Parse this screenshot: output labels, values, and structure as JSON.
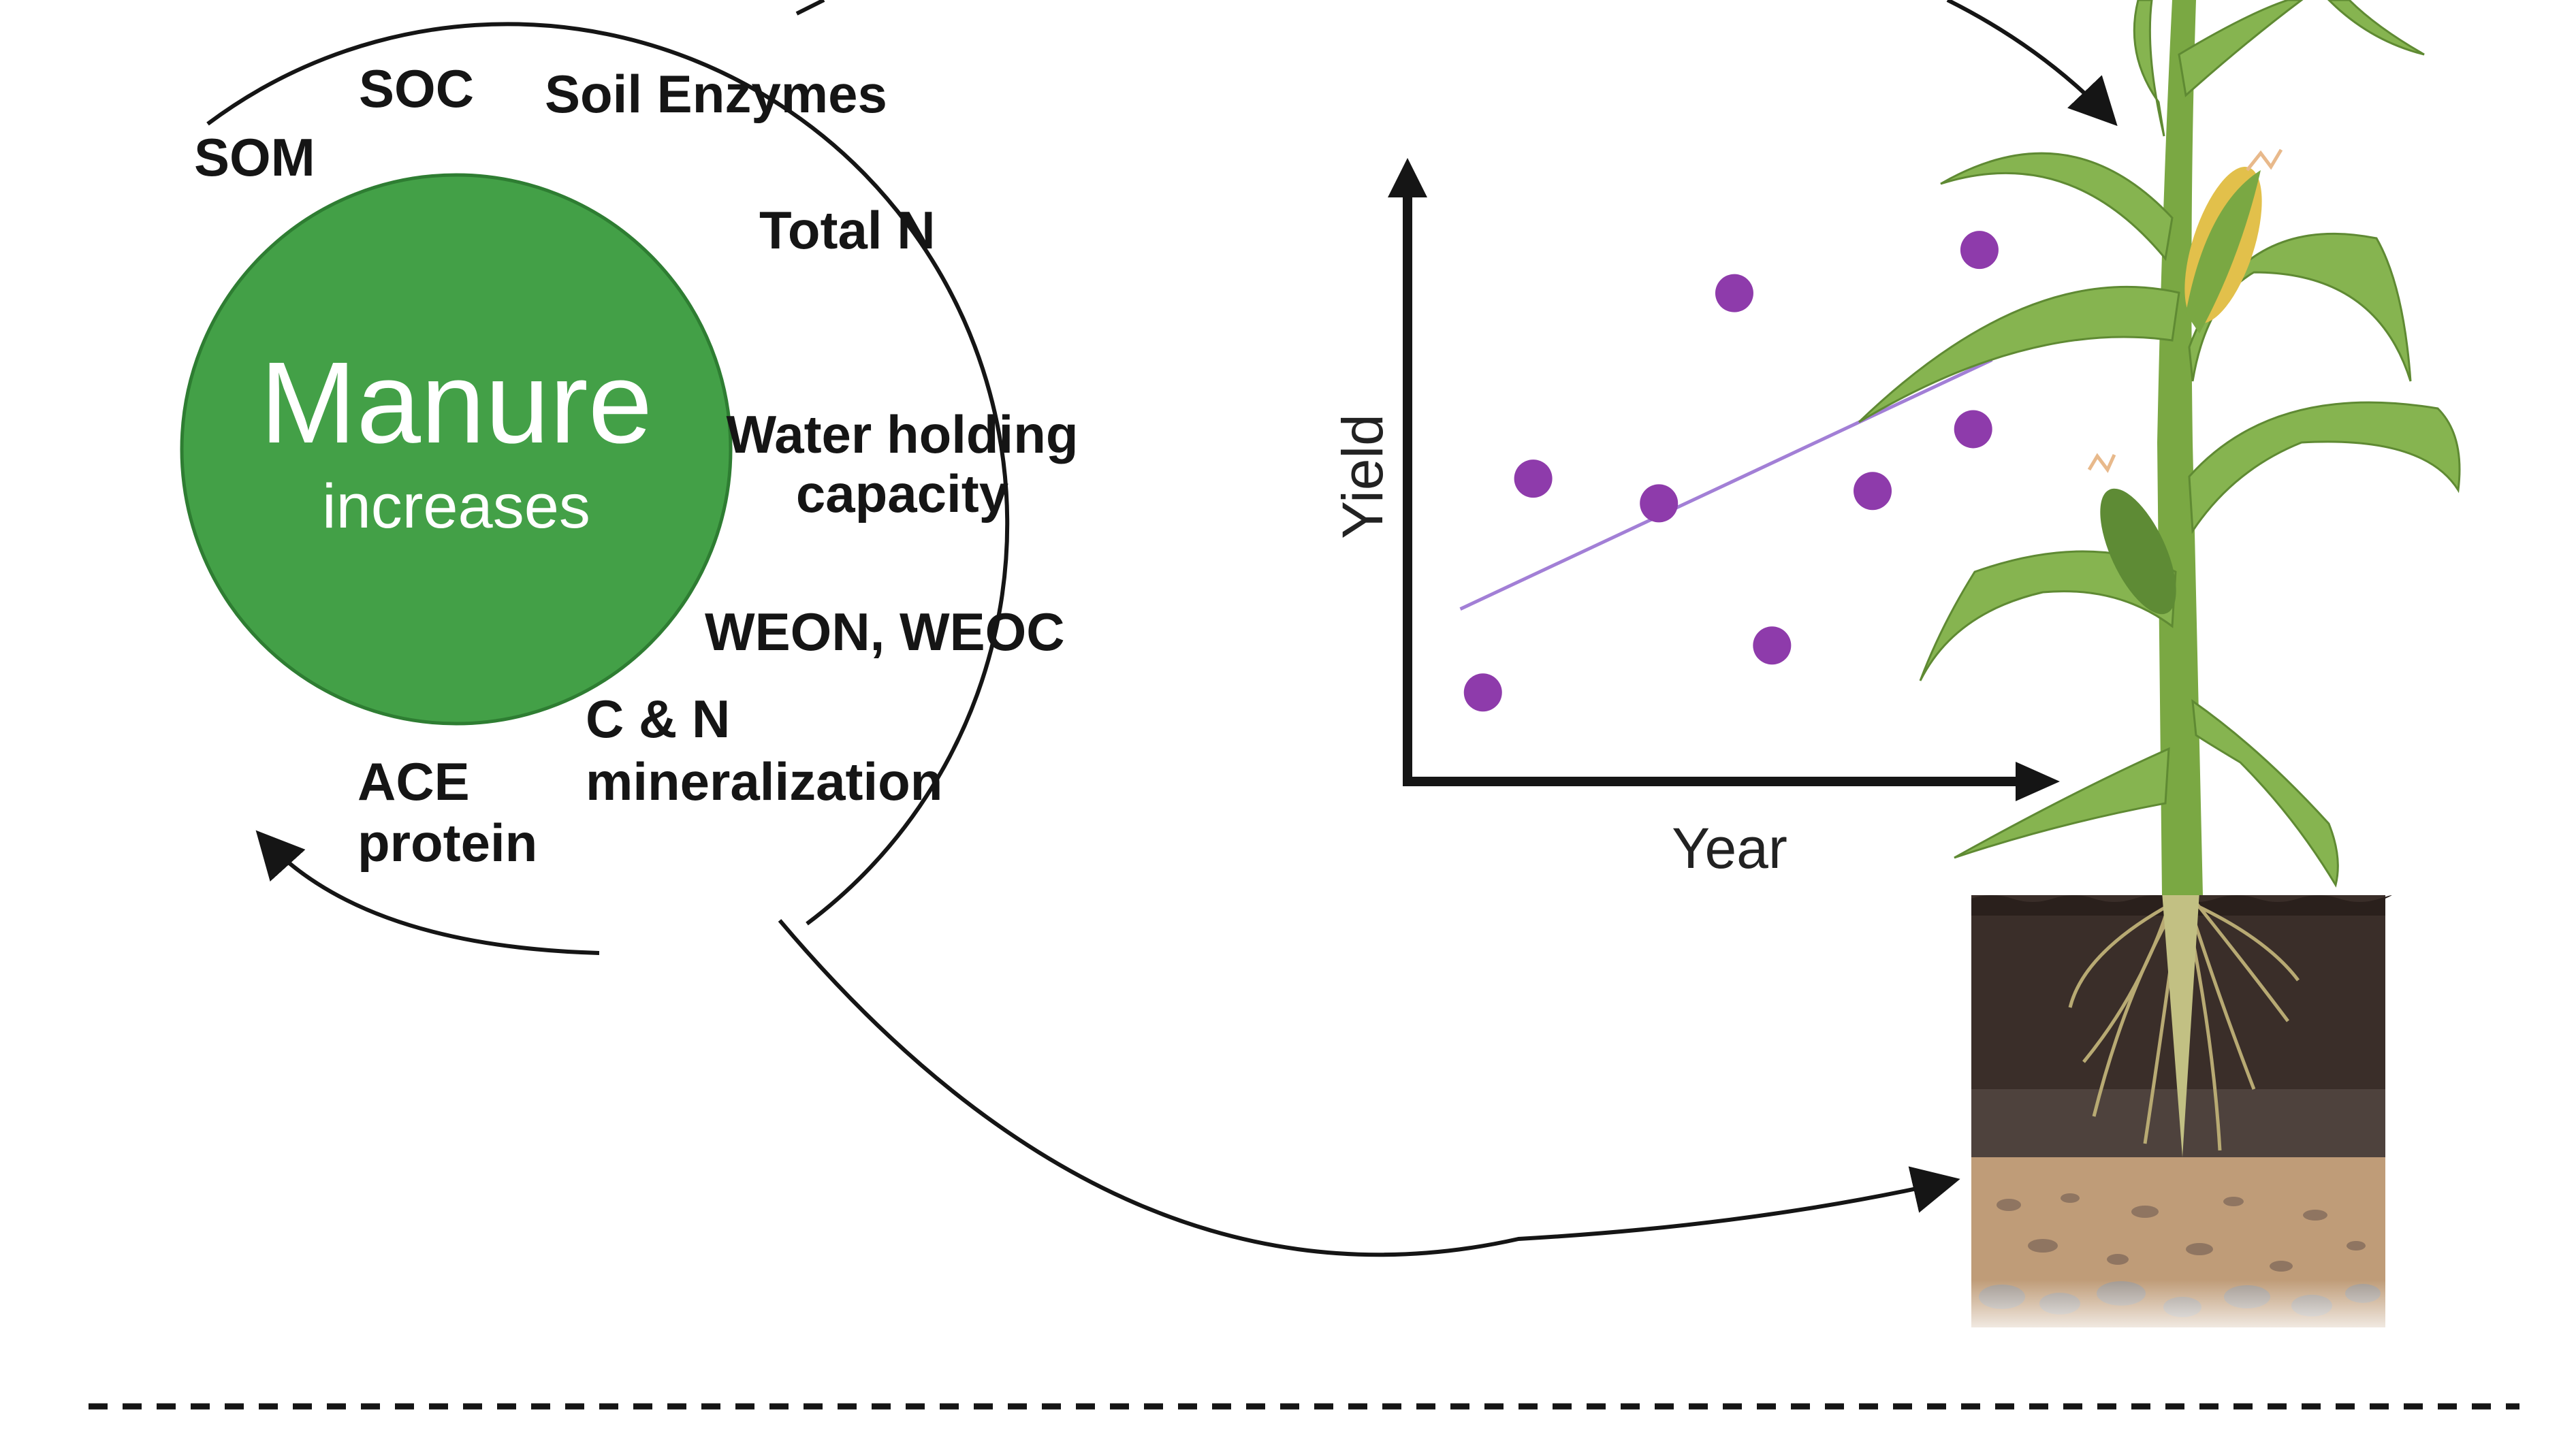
{
  "diagram": {
    "manure_title": "Manure",
    "manure_subtitle": "increases",
    "properties": {
      "som": "SOM",
      "soc": "SOC",
      "soil_enzymes": "Soil Enzymes",
      "total_n": "Total N",
      "water_holding_line1": "Water holding",
      "water_holding_line2": "capacity",
      "weon_weoc": "WEON, WEOC",
      "cn_line1": "C & N",
      "cn_line2": "mineralization",
      "ace_line1": "ACE",
      "ace_line2": "protein"
    },
    "colors": {
      "manure_fill": "#43a047",
      "manure_stroke": "#2e7d32",
      "point": "#8e3bab",
      "trend": "#a27fd6",
      "stalk": "#7aa843",
      "leaf": "#86b450",
      "soil_top": "#3a2e29",
      "soil_mid": "#4e423d",
      "soil_sand": "#bf9c78"
    }
  },
  "chart_data": {
    "type": "scatter",
    "xlabel": "Year",
    "ylabel": "Yield",
    "trendline": true,
    "points": [
      {
        "x": 0.6,
        "y": 0.72
      },
      {
        "x": 1.0,
        "y": 2.45
      },
      {
        "x": 2.0,
        "y": 2.25
      },
      {
        "x": 2.6,
        "y": 3.95
      },
      {
        "x": 2.9,
        "y": 1.1
      },
      {
        "x": 3.7,
        "y": 2.35
      },
      {
        "x": 4.5,
        "y": 2.85
      },
      {
        "x": 4.55,
        "y": 4.3
      }
    ],
    "xlim": [
      0,
      5
    ],
    "ylim": [
      0,
      5
    ]
  }
}
